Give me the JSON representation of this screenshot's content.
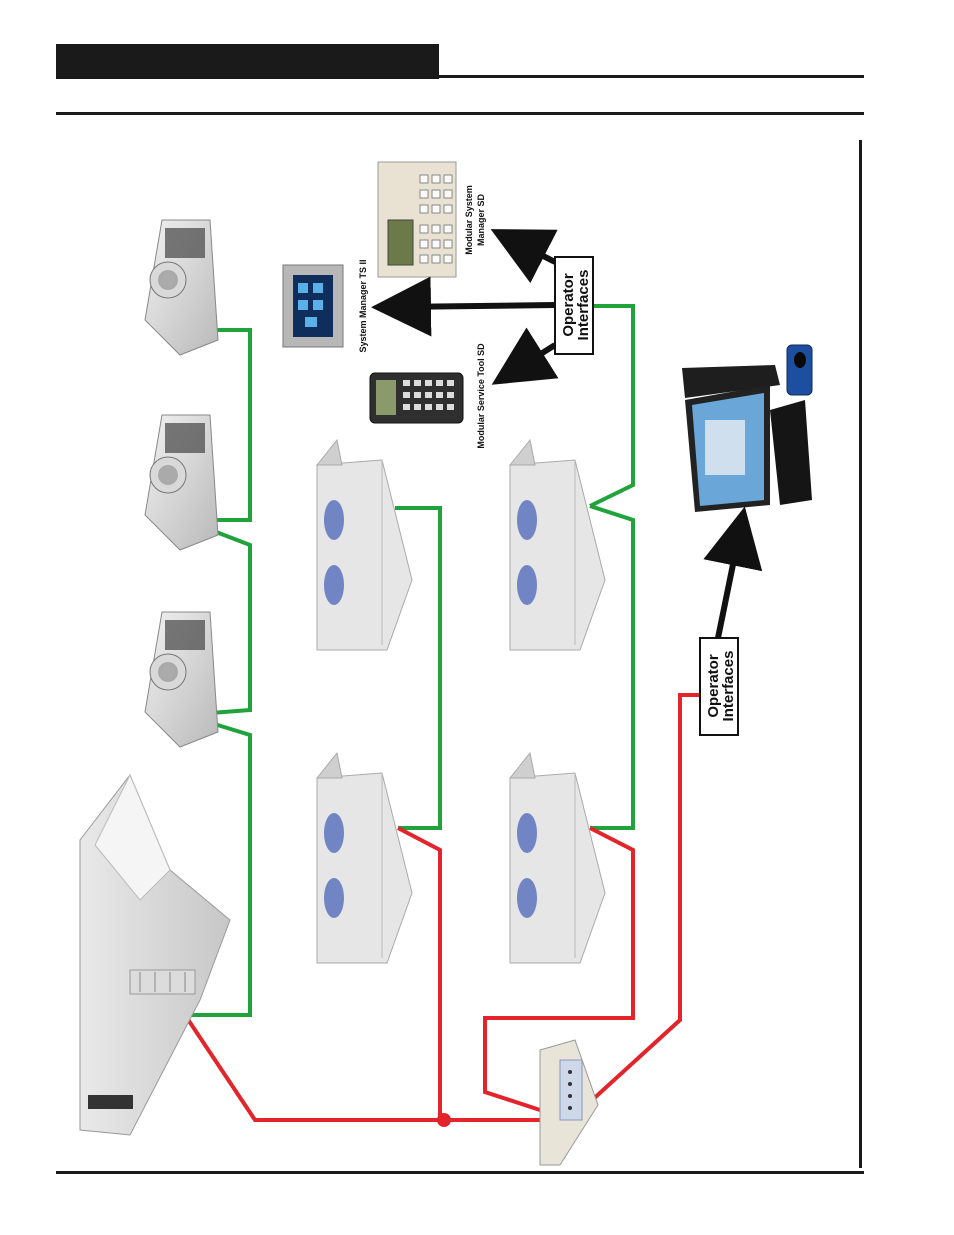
{
  "labels": {
    "system_manager_ts2": "System Manager TS II",
    "modular_system_manager_line1": "Modular System",
    "modular_system_manager_line2": "Manager SD",
    "modular_service_tool": "Modular Service Tool SD",
    "operator_interfaces_top_line1": "Operator",
    "operator_interfaces_top_line2": "Interfaces",
    "operator_interfaces_bottom_line1": "Operator",
    "operator_interfaces_bottom_line2": "Interfaces"
  },
  "colors": {
    "network_green": "#1fa33a",
    "network_red": "#e3242b",
    "arrow": "#111111",
    "rule": "#1a1a1a"
  },
  "icons": [
    "terminal-unit-icon",
    "rooftop-unit-icon",
    "air-handler-icon",
    "mini-link-pd-icon",
    "computer-icon",
    "touchscreen-icon",
    "keypad-icon"
  ]
}
